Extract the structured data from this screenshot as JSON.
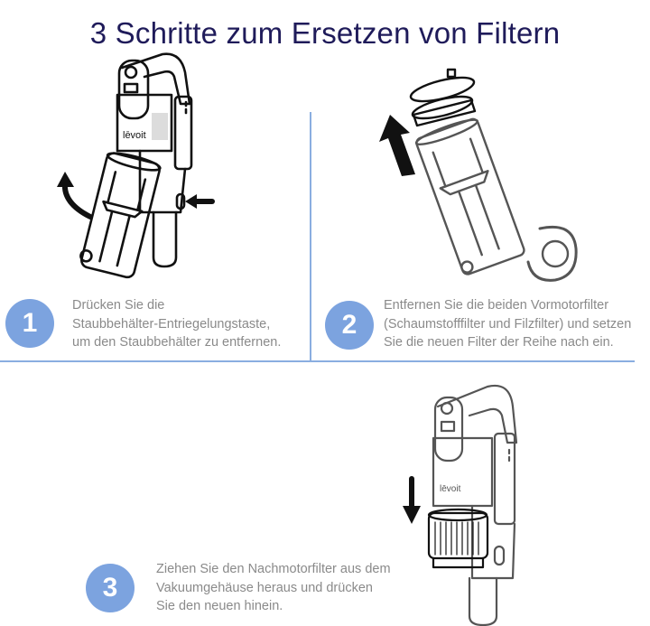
{
  "title": "3 Schritte zum Ersetzen von Filtern",
  "colors": {
    "title": "#1f1b5a",
    "accent": "#7ca3df",
    "divider": "#8aaee0",
    "body_text": "#8a8a8a"
  },
  "steps": [
    {
      "number": "1",
      "lines": [
        "Drücken Sie die",
        "Staubbehälter-Entriegelungstaste,",
        "um den Staubbehälter zu entfernen."
      ],
      "illustration": "vacuum-dustbin-release",
      "brand": "lēvoit"
    },
    {
      "number": "2",
      "lines": [
        "Entfernen Sie die beiden Vormotorfilter",
        "(Schaumstofffilter und Filzfilter) und setzen",
        "Sie die neuen Filter der Reihe nach ein."
      ],
      "illustration": "pre-motor-filters-removal"
    },
    {
      "number": "3",
      "lines": [
        "Ziehen Sie den Nachmotorfilter aus dem",
        "Vakuumgehäuse heraus und drücken",
        "Sie den neuen hinein."
      ],
      "illustration": "post-motor-filter-removal",
      "brand": "lēvoit"
    }
  ]
}
